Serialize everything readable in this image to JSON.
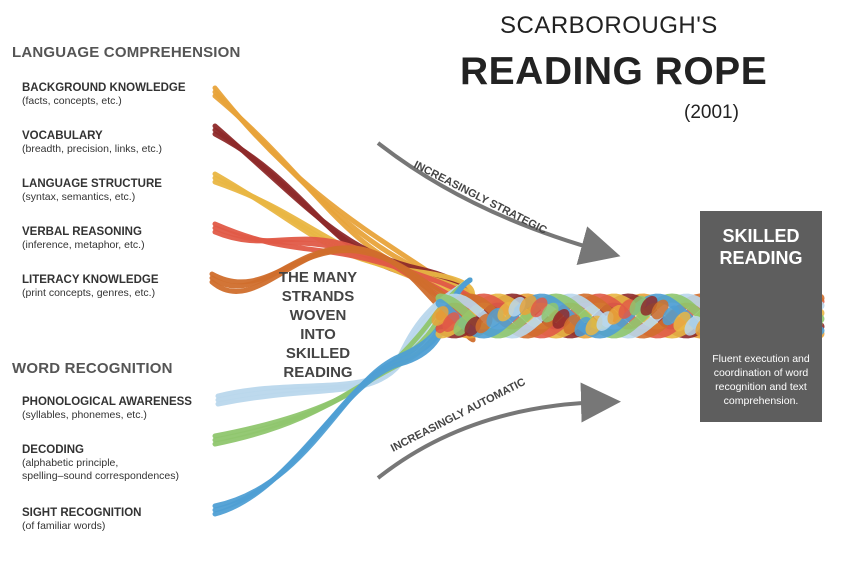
{
  "title": {
    "line1": "SCARBOROUGH'S",
    "line2": "READING ROPE",
    "year": "(2001)"
  },
  "language_comprehension": {
    "heading": "LANGUAGE COMPREHENSION",
    "strands": [
      {
        "name": "BACKGROUND KNOWLEDGE",
        "desc": "(facts, concepts, etc.)",
        "color": "#e8a33a"
      },
      {
        "name": "VOCABULARY",
        "desc": "(breadth, precision, links, etc.)",
        "color": "#8e2a2a"
      },
      {
        "name": "LANGUAGE STRUCTURE",
        "desc": "(syntax, semantics, etc.)",
        "color": "#e9b643"
      },
      {
        "name": "VERBAL REASONING",
        "desc": "(inference, metaphor, etc.)",
        "color": "#e05a47"
      },
      {
        "name": "LITERACY KNOWLEDGE",
        "desc": "(print concepts, genres, etc.)",
        "color": "#d06e2c"
      }
    ]
  },
  "word_recognition": {
    "heading": "WORD RECOGNITION",
    "strands": [
      {
        "name": "PHONOLOGICAL AWARENESS",
        "desc": "(syllables, phonemes, etc.)",
        "color": "#b9d7ec"
      },
      {
        "name": "DECODING",
        "desc": "(alphabetic principle,\nspelling–sound correspondences)",
        "color": "#8fc66e"
      },
      {
        "name": "SIGHT RECOGNITION",
        "desc": "(of familiar words)",
        "color": "#4f9fd4"
      }
    ]
  },
  "center_label": "THE MANY\nSTRANDS\nWOVEN INTO\nSKILLED\nREADING",
  "arrows": {
    "strategic": "INCREASINGLY STRATEGIC",
    "automatic": "INCREASINGLY AUTOMATIC",
    "color": "#777777"
  },
  "skilled_reading": {
    "title": "SKILLED\nREADING",
    "description": "Fluent execution and coordination of word recognition and text comprehension.",
    "box_color": "#5e5e5e"
  }
}
